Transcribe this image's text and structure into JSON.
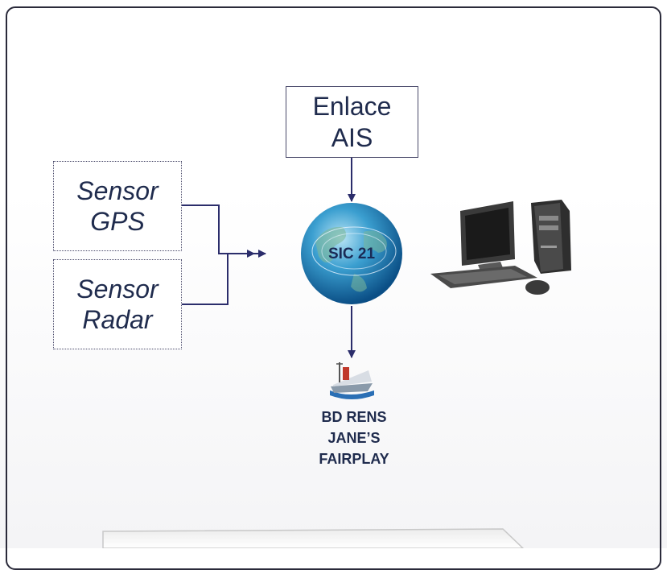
{
  "nodes": {
    "ais_link": {
      "line1": "Enlace",
      "line2": "AIS"
    },
    "gps_sensor": {
      "line1": "Sensor",
      "line2": "GPS"
    },
    "radar_sensor": {
      "line1": "Sensor",
      "line2": "Radar"
    },
    "hub": {
      "logo_text": "SIC 21"
    },
    "database": {
      "line1": "BD RENS",
      "line2": "JANE’S",
      "line3": "FAIRPLAY"
    }
  },
  "icons": {
    "hub": "globe-icon",
    "workstation": "desktop-computer-icon",
    "database": "ship-icon"
  },
  "colors": {
    "text": "#1f2b4d",
    "arrows": "#2b2d6b",
    "frame_border": "#2a2a3a"
  }
}
